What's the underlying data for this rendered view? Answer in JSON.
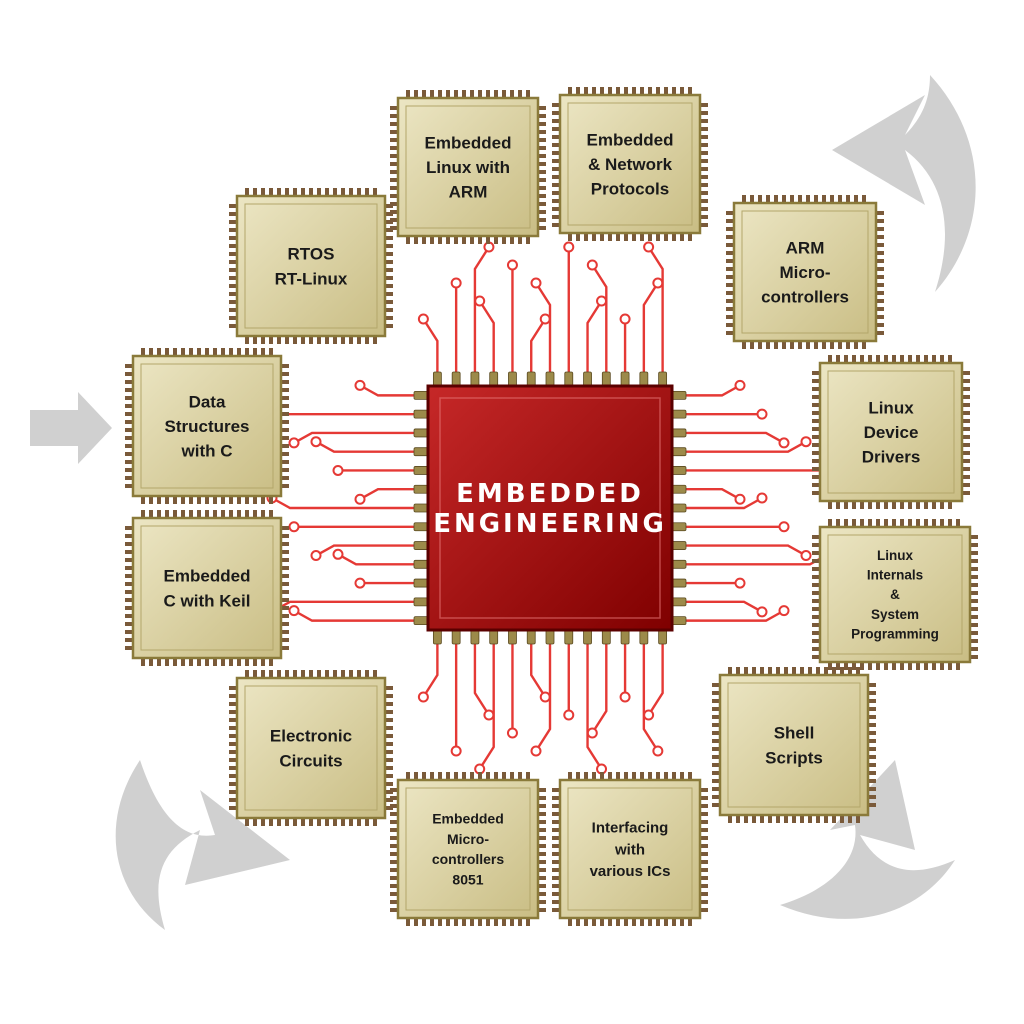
{
  "center": {
    "lines": [
      "EMBEDDED",
      "ENGINEERING"
    ],
    "color": "#b71c1c"
  },
  "modules": [
    {
      "id": "embedded-linux-arm",
      "lines": [
        "Embedded",
        "Linux with",
        "ARM"
      ]
    },
    {
      "id": "embedded-network-protocols",
      "lines": [
        "Embedded",
        "& Network",
        "Protocols"
      ]
    },
    {
      "id": "rtos-rt-linux",
      "lines": [
        "RTOS",
        "RT-Linux"
      ]
    },
    {
      "id": "arm-microcontrollers",
      "lines": [
        "ARM",
        "Micro-",
        "controllers"
      ]
    },
    {
      "id": "data-structures-c",
      "lines": [
        "Data",
        "Structures",
        "with C"
      ]
    },
    {
      "id": "linux-device-drivers",
      "lines": [
        "Linux",
        "Device",
        "Drivers"
      ]
    },
    {
      "id": "embedded-c-keil",
      "lines": [
        "Embedded",
        "C with Keil"
      ]
    },
    {
      "id": "linux-internals",
      "lines": [
        "Linux",
        "Internals",
        "&",
        "System",
        "Programming"
      ]
    },
    {
      "id": "electronic-circuits",
      "lines": [
        "Electronic",
        "Circuits"
      ]
    },
    {
      "id": "shell-scripts",
      "lines": [
        "Shell",
        "Scripts"
      ]
    },
    {
      "id": "embedded-microcontrollers-8051",
      "lines": [
        "Embedded",
        "Micro-",
        "controllers",
        "8051"
      ]
    },
    {
      "id": "interfacing-ics",
      "lines": [
        "Interfacing",
        "with",
        "various ICs"
      ]
    }
  ],
  "colors": {
    "chip_fill": "#d8cfa0",
    "chip_border": "#8a7a3a",
    "pin": "#7a5a3a",
    "trace": "#e53935",
    "arrow": "#d0d0d0"
  }
}
